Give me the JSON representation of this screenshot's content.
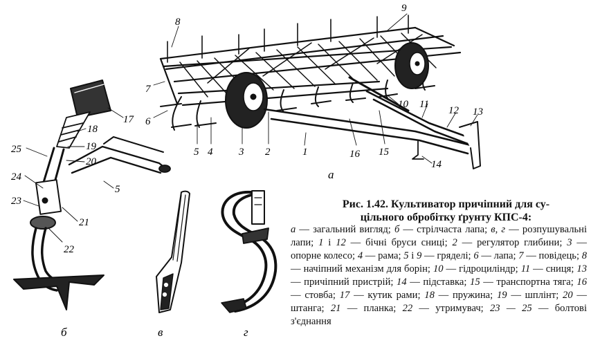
{
  "figure": {
    "labels": {
      "n1": "1",
      "n2": "2",
      "n3": "3",
      "n4": "4",
      "n5a": "5",
      "n6": "6",
      "n7": "7",
      "n8": "8",
      "n9": "9",
      "n10": "10",
      "n11": "11",
      "n12": "12",
      "n13": "13",
      "n14": "14",
      "n15": "15",
      "n16": "16",
      "n17": "17",
      "n18": "18",
      "n19": "19",
      "n20": "20",
      "n21": "21",
      "n22": "22",
      "n23": "23",
      "n24": "24",
      "n25": "25",
      "n5b": "5"
    },
    "sub_labels": {
      "a": "а",
      "b": "б",
      "v": "в",
      "g": "г"
    }
  },
  "caption": {
    "title_line1": "Рис. 1.42. Культиватор причіпний для су-",
    "title_line2": "цільного обробітку ґрунту КПС-4:",
    "legend": [
      {
        "k": "а",
        "t": " — загальний вигляд; "
      },
      {
        "k": "б",
        "t": " — стрілчаста лапа; "
      },
      {
        "k": "в",
        "t": ", "
      },
      {
        "k": "г",
        "t": " — розпушувальні лапи; "
      },
      {
        "k": "1",
        "t": " і "
      },
      {
        "k": "12",
        "t": " — бічні бруси сниці; "
      },
      {
        "k": "2",
        "t": " — регулятор глибини; "
      },
      {
        "k": "3",
        "t": " — опорне колесо; "
      },
      {
        "k": "4",
        "t": " — рама; "
      },
      {
        "k": "5",
        "t": " і "
      },
      {
        "k": "9",
        "t": " — гряделі; "
      },
      {
        "k": "6",
        "t": " — лапа; "
      },
      {
        "k": "7",
        "t": " — повідець; "
      },
      {
        "k": "8",
        "t": " — начіпний механізм для борін; "
      },
      {
        "k": "10",
        "t": " — гідроциліндр; "
      },
      {
        "k": "11",
        "t": " — сниця; "
      },
      {
        "k": "13",
        "t": " — причіпний пристрій; "
      },
      {
        "k": "14",
        "t": " — підставка; "
      },
      {
        "k": "15",
        "t": " — транспортна тяга; "
      },
      {
        "k": "16",
        "t": " — стовба; "
      },
      {
        "k": "17",
        "t": " — кутик рами; "
      },
      {
        "k": "18",
        "t": " — пружина; "
      },
      {
        "k": "19",
        "t": " — шплінт; "
      },
      {
        "k": "20",
        "t": " — штанга; "
      },
      {
        "k": "21",
        "t": " — планка; "
      },
      {
        "k": "22",
        "t": " — утримувач; "
      },
      {
        "k": "23 — 25",
        "t": " — болтові з'єднання"
      }
    ]
  }
}
